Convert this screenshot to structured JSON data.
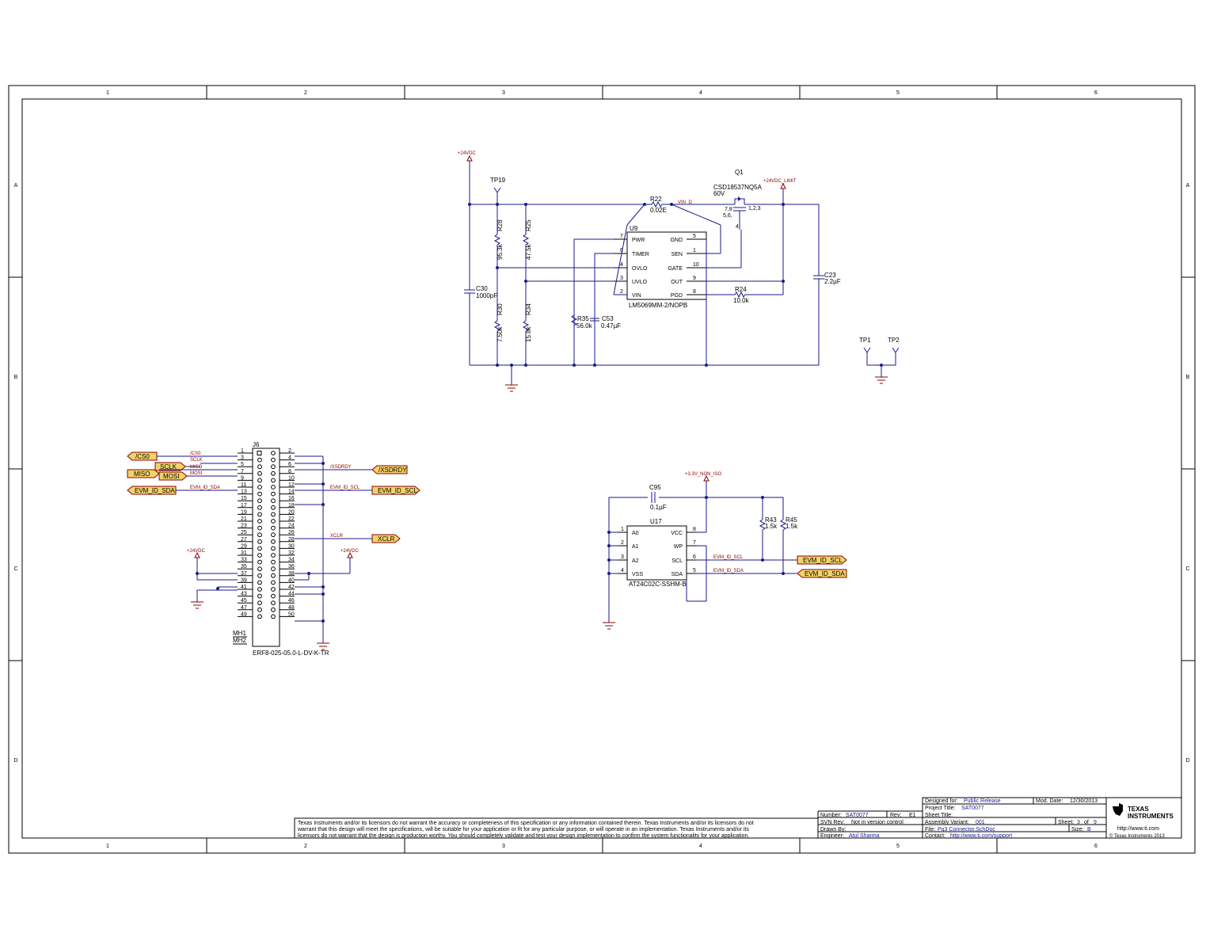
{
  "border": {
    "columns": [
      "1",
      "2",
      "3",
      "4",
      "5",
      "6"
    ],
    "rows": [
      "A",
      "B",
      "C",
      "D"
    ]
  },
  "power": {
    "p24_top": "+24VDC",
    "p24_limit": "+24VDC_LIMIT",
    "p24_left": "+24VDC",
    "p24_right": "+24VDC",
    "p33": "+3.3V_NON_ISO"
  },
  "hotswap": {
    "tp19": "TP19",
    "q1_ref": "Q1",
    "q1_part": "CSD18537NQ5A",
    "q1_volt": "60V",
    "q1_pins_a": "7,8",
    "q1_pins_b": "5,6,",
    "q1_pins_c": "1,2,3",
    "q1_pin_gate": "4",
    "r22_ref": "R22",
    "r22_val": "0.02E",
    "vin_d": "VIN_D",
    "u9_ref": "U9",
    "u9_part": "LM5069MM-2/NOPB",
    "u9_left": [
      {
        "pin": "7",
        "name": "PWR"
      },
      {
        "pin": "6",
        "name": "TIMER"
      },
      {
        "pin": "4",
        "name": "OVLO"
      },
      {
        "pin": "3",
        "name": "UVLO"
      },
      {
        "pin": "2",
        "name": "VIN"
      }
    ],
    "u9_right": [
      {
        "pin": "5",
        "name": "GND"
      },
      {
        "pin": "1",
        "name": "SEN"
      },
      {
        "pin": "10",
        "name": "GATE"
      },
      {
        "pin": "9",
        "name": "OUT"
      },
      {
        "pin": "8",
        "name": "PGD"
      }
    ],
    "r28_ref": "R28",
    "r28_val": "95.3k",
    "r25_ref": "R25",
    "r25_val": "47.5k",
    "r30_ref": "R30",
    "r30_val": "7.50k",
    "r34_ref": "R34",
    "r34_val": "15.8k",
    "c30_ref": "C30",
    "c30_val": "1000pF",
    "r35_ref": "R35",
    "r35_val": "56.0k",
    "c53_ref": "C53",
    "c53_val": "0.47µF",
    "r24_ref": "R24",
    "r24_val": "10.0k",
    "c23_ref": "C23",
    "c23_val": "2.2µF",
    "tp1": "TP1",
    "tp2": "TP2"
  },
  "connector": {
    "ref": "J6",
    "part": "ERF8-025-05.0-L-DV-K-TR",
    "mh1": "MH1",
    "mh2": "MH2",
    "pins_odd": [
      "1",
      "3",
      "5",
      "7",
      "9",
      "11",
      "13",
      "15",
      "17",
      "19",
      "21",
      "23",
      "25",
      "27",
      "29",
      "31",
      "33",
      "35",
      "37",
      "39",
      "41",
      "43",
      "45",
      "47",
      "49"
    ],
    "pins_even": [
      "2",
      "4",
      "6",
      "8",
      "10",
      "12",
      "14",
      "16",
      "18",
      "20",
      "22",
      "24",
      "26",
      "28",
      "30",
      "32",
      "34",
      "36",
      "38",
      "40",
      "42",
      "44",
      "46",
      "48",
      "50"
    ],
    "ports_left": [
      "/CS0",
      "SCLK",
      "MISO",
      "MOSI",
      "EVM_ID_SDA"
    ],
    "nets_left": [
      "/CS0",
      "SCLK",
      "MISO",
      "MOSI",
      "EVM_ID_SDA"
    ],
    "ports_right": [
      "/XSDRDY",
      "EVM_ID_SCL",
      "XCLR"
    ],
    "nets_right": [
      "/XSDRDY",
      "EVM_ID_SCL",
      "XCLR"
    ]
  },
  "eeprom": {
    "c95_ref": "C95",
    "c95_val": "0.1µF",
    "u17_ref": "U17",
    "u17_part": "AT24C02C-SSHM-B",
    "u17_left": [
      {
        "pin": "1",
        "name": "A0"
      },
      {
        "pin": "2",
        "name": "A1"
      },
      {
        "pin": "3",
        "name": "A2"
      },
      {
        "pin": "4",
        "name": "VSS"
      }
    ],
    "u17_right": [
      {
        "pin": "8",
        "name": "VCC"
      },
      {
        "pin": "7",
        "name": "WP"
      },
      {
        "pin": "6",
        "name": "SCL"
      },
      {
        "pin": "5",
        "name": "SDA"
      }
    ],
    "r43_ref": "R43",
    "r43_val": "1.5k",
    "r45_ref": "R45",
    "r45_val": "1.5k",
    "net_scl": "EVM_ID_SCL",
    "net_sda": "EVM_ID_SDA",
    "port_scl": "EVM_ID_SCL",
    "port_sda": "EVM_ID_SDA"
  },
  "title_block": {
    "disclaimer_1": "Texas Instruments and/or its licensors do not warrant the accuracy or completeness of this specification or any information contained therein. Texas Instruments and/or its licensors do not",
    "disclaimer_2": "warrant that this design will meet the specifications, will be suitable for your application or fit for any particular purpose, or will operate in an implementation. Texas Instruments and/or its",
    "disclaimer_3": "licensors do not warrant that the design is production worthy. You should completely validate and test your design implementation to confirm the system functionality for your application.",
    "designed_for_label": "Designed for:",
    "designed_for": "Public Release",
    "mod_date_label": "Mod. Date:",
    "mod_date": "12/30/2013",
    "project_title_label": "Project Title:",
    "project_title": "SAT0077",
    "number_label": "Number:",
    "number": "SAT0077",
    "rev_label": "Rev:",
    "rev": "E1",
    "sheet_title_label": "Sheet Title:",
    "svn_label": "SVN Rev:",
    "svn": "Not in version control",
    "assembly_label": "Assembly Variant:",
    "assembly": "001",
    "sheet_label": "Sheet:",
    "sheet_num": "3",
    "sheet_of": "of",
    "sheet_total": "9",
    "drawn_label": "Drawn By:",
    "file_label": "File:",
    "file": "Pg3 Connector.SchDoc",
    "size_label": "Size:",
    "size": "B",
    "engineer_label": "Engineer:",
    "engineer": "Atul Sharma",
    "contact_label": "Contact:",
    "contact": "http://www.ti.com/support",
    "logo_line1": "TEXAS",
    "logo_line2": "INSTRUMENTS",
    "url": "http://www.ti.com",
    "copyright": "© Texas Instruments  2013"
  }
}
